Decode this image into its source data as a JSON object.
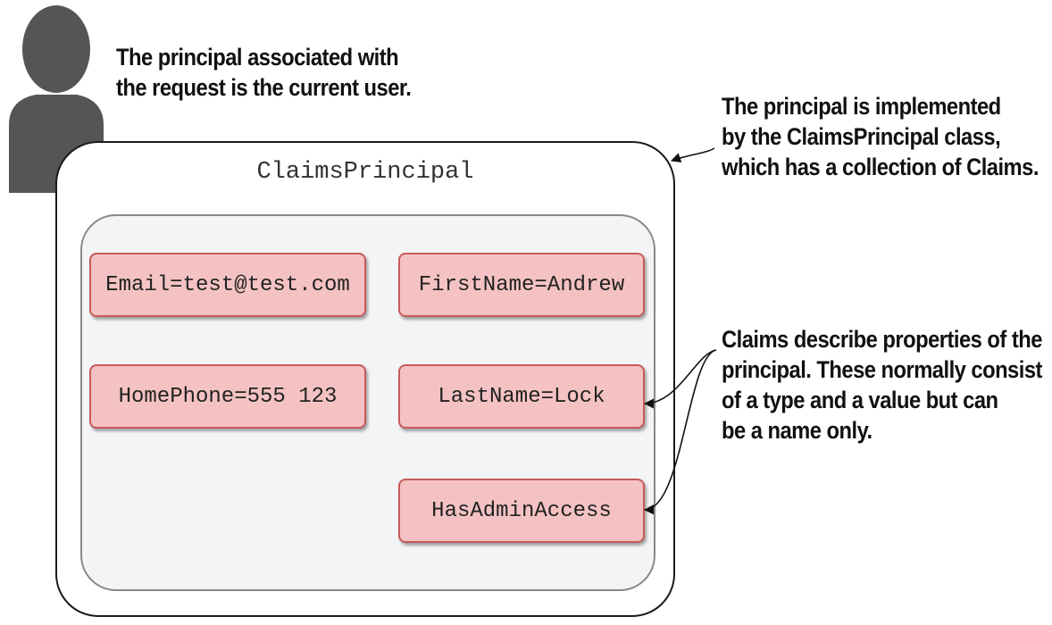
{
  "user_annotation": {
    "lines": [
      "The principal associated with",
      "the request is the current user."
    ]
  },
  "principal_annotation": {
    "lines": [
      "The principal is implemented",
      "by the ClaimsPrincipal class,",
      "which has a collection of Claims."
    ]
  },
  "claims_annotation": {
    "lines": [
      "Claims describe properties of the",
      "principal. These normally consist",
      "of a type and a value but can",
      "be a name only."
    ]
  },
  "principal_box": {
    "title": "ClaimsPrincipal"
  },
  "claims": {
    "email": "Email=test@test.com",
    "first_name": "FirstName=Andrew",
    "home_phone": "HomePhone=555 123",
    "last_name": "LastName=Lock",
    "has_admin_access": "HasAdminAccess"
  },
  "icons": {
    "user": "user-silhouette-icon"
  },
  "colors": {
    "claim_fill": "#f4c2c2",
    "claim_border": "#c85a5a",
    "inner_fill": "#f2f4f6",
    "user_icon": "#555555"
  }
}
